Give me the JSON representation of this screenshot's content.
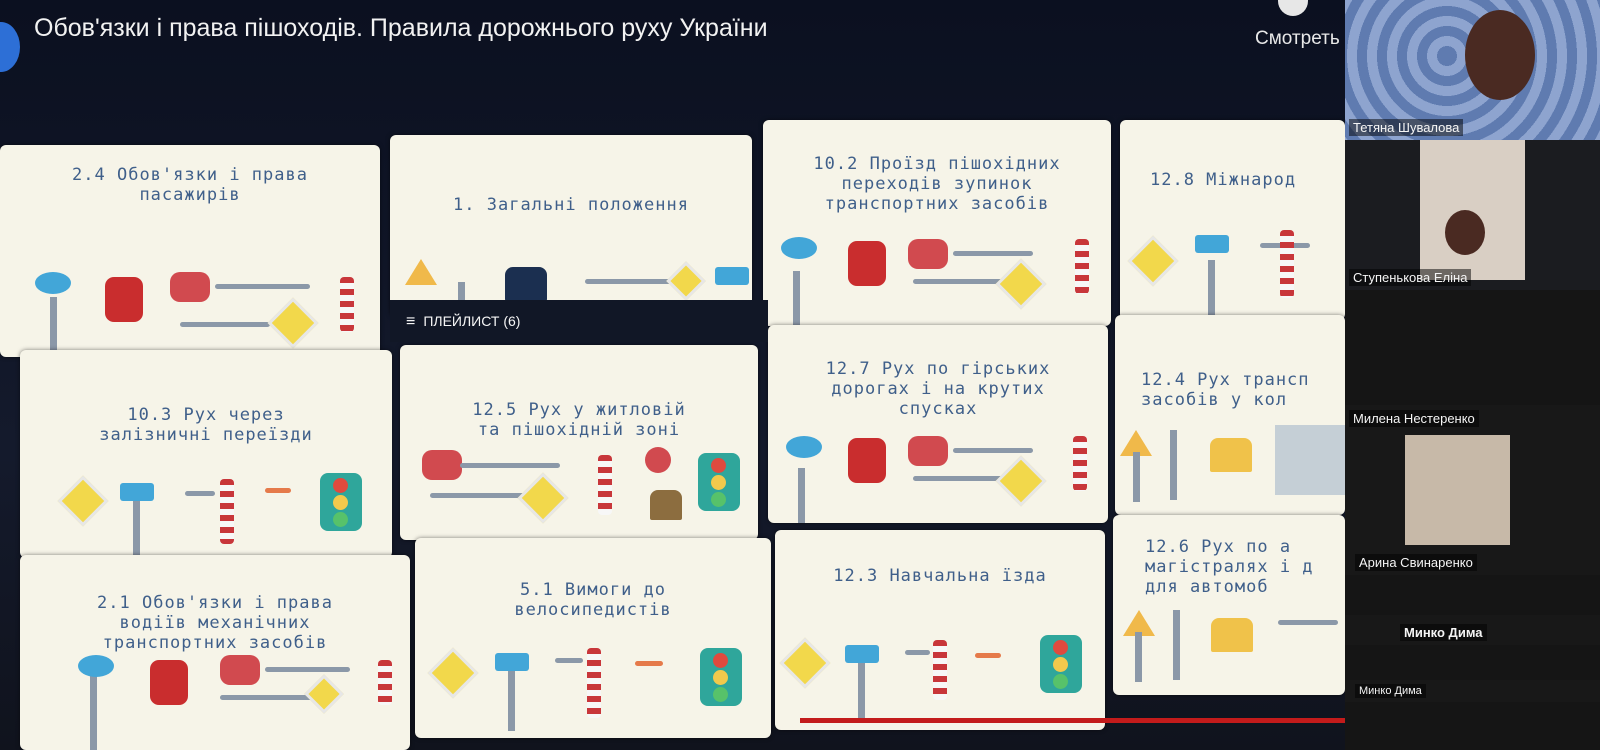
{
  "video": {
    "title": "Обов'язки і права пішоходів. Правила дорожнього руху України",
    "watch_label": "Смотреть ...",
    "playlist_label": "ПЛЕЙЛИСТ (6)",
    "tiles": [
      {
        "title": "2.4 Обов'язки і права\nпасажирів"
      },
      {
        "title": "1. Загальні положення"
      },
      {
        "title": "10.2 Проїзд пішохідних\nпереходів зупинок\nтранспортних засобів"
      },
      {
        "title": "12.8 Міжнарод"
      },
      {
        "title": "10.3 Рух через\nзалізничні переїзди"
      },
      {
        "title": "12.5 Рух у житловій\nта пішохідній зоні"
      },
      {
        "title": "12.7 Рух по гірських\nдорогах і на крутих\nспусках"
      },
      {
        "title": "12.4 Рух трансп\nзасобів у кол"
      },
      {
        "title": "2.1 Обов'язки і права\nводіїв механічних\nтранспортних засобів"
      },
      {
        "title": "5.1 Вимоги до\nвелосипедистів"
      },
      {
        "title": "12.3 Навчальна їзда"
      },
      {
        "title": "12.6 Рух по а\nмагістралях і д\nдля автомоб"
      }
    ]
  },
  "participants": [
    {
      "name": "Тетяна Шувалова"
    },
    {
      "name": "Ступенькова Еліна"
    },
    {
      "name": "Милена Нестеренко"
    },
    {
      "name": "Арина Свинаренко"
    },
    {
      "name": "Минко Дима"
    },
    {
      "name": "Минко Дима"
    }
  ]
}
